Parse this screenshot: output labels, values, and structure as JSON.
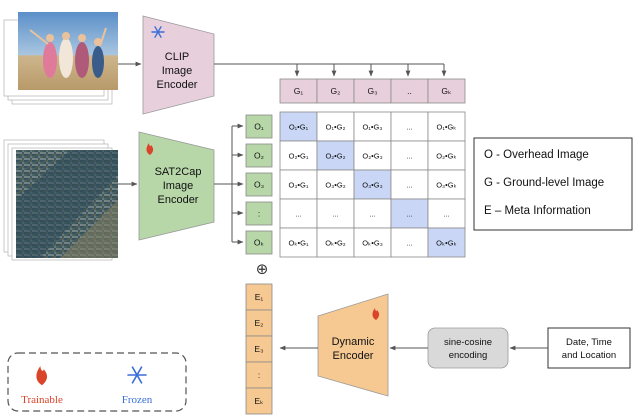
{
  "encoders": {
    "clip": {
      "lines": [
        "CLIP",
        "Image",
        "Encoder"
      ],
      "fill": "#e7cfdc"
    },
    "sat2cap": {
      "lines": [
        "SAT2Cap",
        "Image",
        "Encoder"
      ],
      "fill": "#b7d7a8"
    },
    "dynamic": {
      "lines": [
        "Dynamic",
        "Encoder"
      ],
      "fill": "#f6c992"
    }
  },
  "matrix": {
    "col_headers": [
      "G₁",
      "G₂",
      "G₃",
      "..",
      "Gₖ"
    ],
    "row_headers": [
      "O₁",
      "O₂",
      "O₃",
      ":",
      "Oₖ"
    ],
    "cells": [
      [
        "O₁•G₁",
        "O₁•G₂",
        "O₁•G₃",
        "...",
        "O₁•Gₖ"
      ],
      [
        "O₂•G₁",
        "O₂•G₂",
        "O₂•G₃",
        "...",
        "O₂•Gₖ"
      ],
      [
        "O₃•G₁",
        "O₃•G₂",
        "O₃•G₃",
        "...",
        "O₃•Gₖ"
      ],
      [
        "...",
        "...",
        "...",
        "...",
        "..."
      ],
      [
        "Oₖ•G₁",
        "Oₖ•G₂",
        "Oₖ•G₃",
        "...",
        "Oₖ•Gₖ"
      ]
    ],
    "header_fill": "#e7cfdc",
    "row_fill": "#b7d7a8",
    "diag_fill": "#c9d6f5"
  },
  "plus_symbol": "⊕",
  "meta_column": [
    "E₁",
    "E₂",
    "E₃",
    ":",
    "Eₖ"
  ],
  "legend": [
    "O - Overhead Image",
    "G - Ground-level Image",
    "E – Meta Information"
  ],
  "sine_cosine": {
    "lines": [
      "sine-cosine",
      "encoding"
    ],
    "fill": "#d9d9d9"
  },
  "input_box": {
    "lines": [
      "Date, Time",
      "and Location"
    ]
  },
  "key": {
    "trainable": {
      "label": "Trainable",
      "color": "#d9442a",
      "icon": "fire-icon"
    },
    "frozen": {
      "label": "Frozen",
      "color": "#3a6fd8",
      "icon": "snowflake-icon"
    }
  }
}
